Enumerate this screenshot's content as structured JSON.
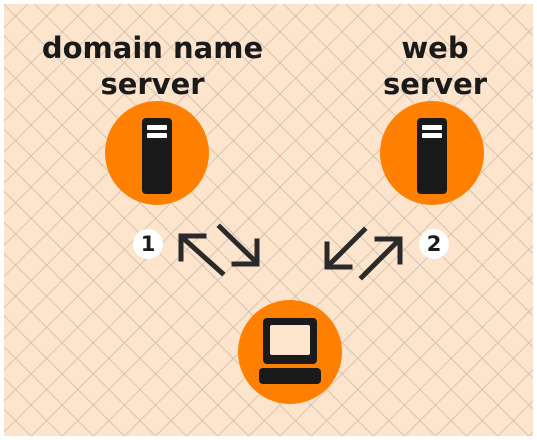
{
  "nodes": {
    "dns": {
      "label_line1": "domain name",
      "label_line2": "server",
      "icon": "server-icon"
    },
    "web": {
      "label_line1": "web",
      "label_line2": "server",
      "icon": "server-icon"
    },
    "client": {
      "icon": "computer-icon"
    }
  },
  "steps": {
    "step1": "1",
    "step2": "2"
  },
  "colors": {
    "background": "#fde4cc",
    "hatch": "#c9b8a8",
    "node_fill": "#ff7f00",
    "icon": "#1a1a1a",
    "arrow": "#2a2a2a"
  }
}
